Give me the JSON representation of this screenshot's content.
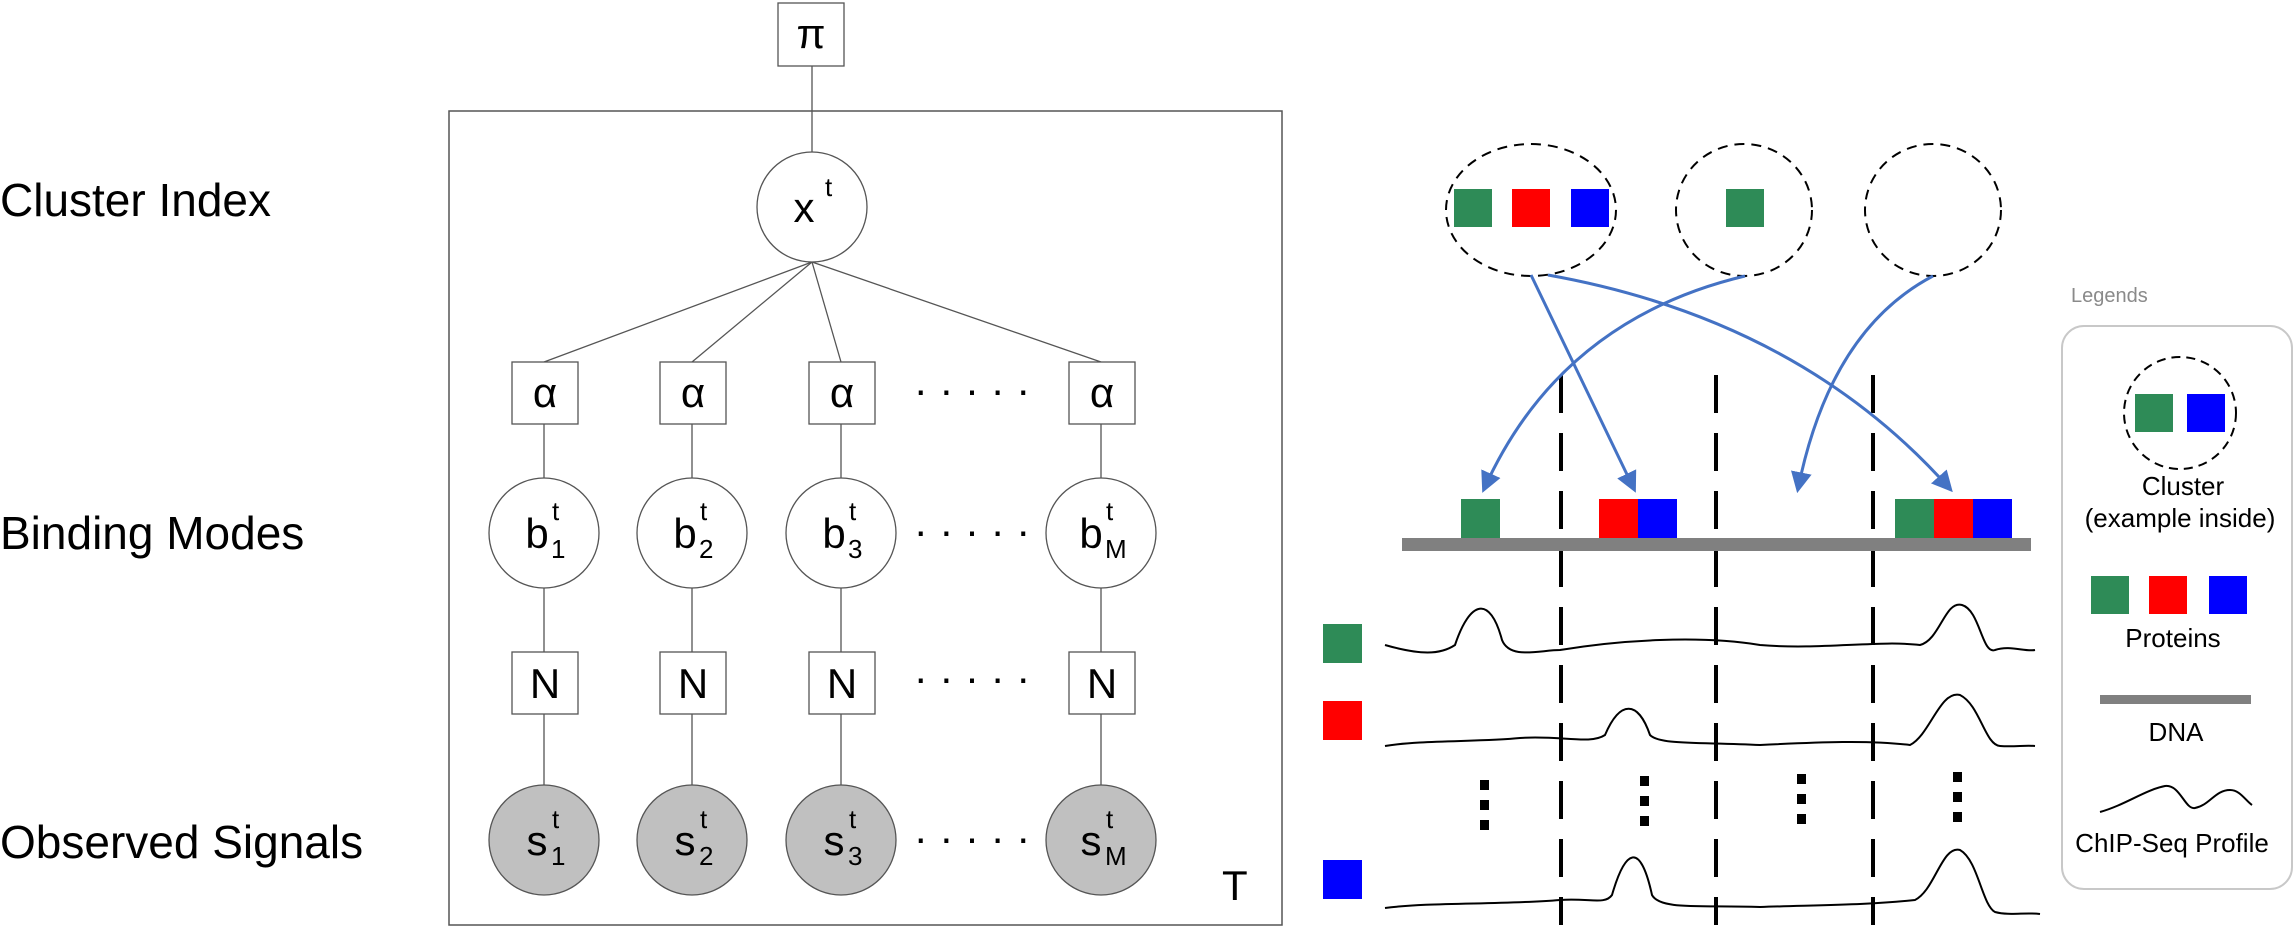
{
  "row_labels": {
    "cluster_index": "Cluster Index",
    "binding_modes": "Binding Modes",
    "observed_signals": "Observed Signals"
  },
  "model": {
    "pi": "π",
    "x": "x",
    "x_sup": "t",
    "alpha": "α",
    "n": "N",
    "b": "b",
    "s": "s",
    "sup": "t",
    "subscripts": [
      "1",
      "2",
      "3",
      "M"
    ],
    "plate": "T",
    "ellipsis": "· · · · ·"
  },
  "legend": {
    "title": "Legends",
    "cluster_line1": "Cluster",
    "cluster_line2": "(example inside)",
    "proteins": "Proteins",
    "dna": "DNA",
    "chip": "ChIP-Seq Profile"
  },
  "colors": {
    "green": "#2e8b57",
    "red": "#ff0000",
    "blue": "#0000ff",
    "arrow": "#4472c4",
    "dna": "#808080",
    "observed_fill": "#c0c0c0"
  }
}
